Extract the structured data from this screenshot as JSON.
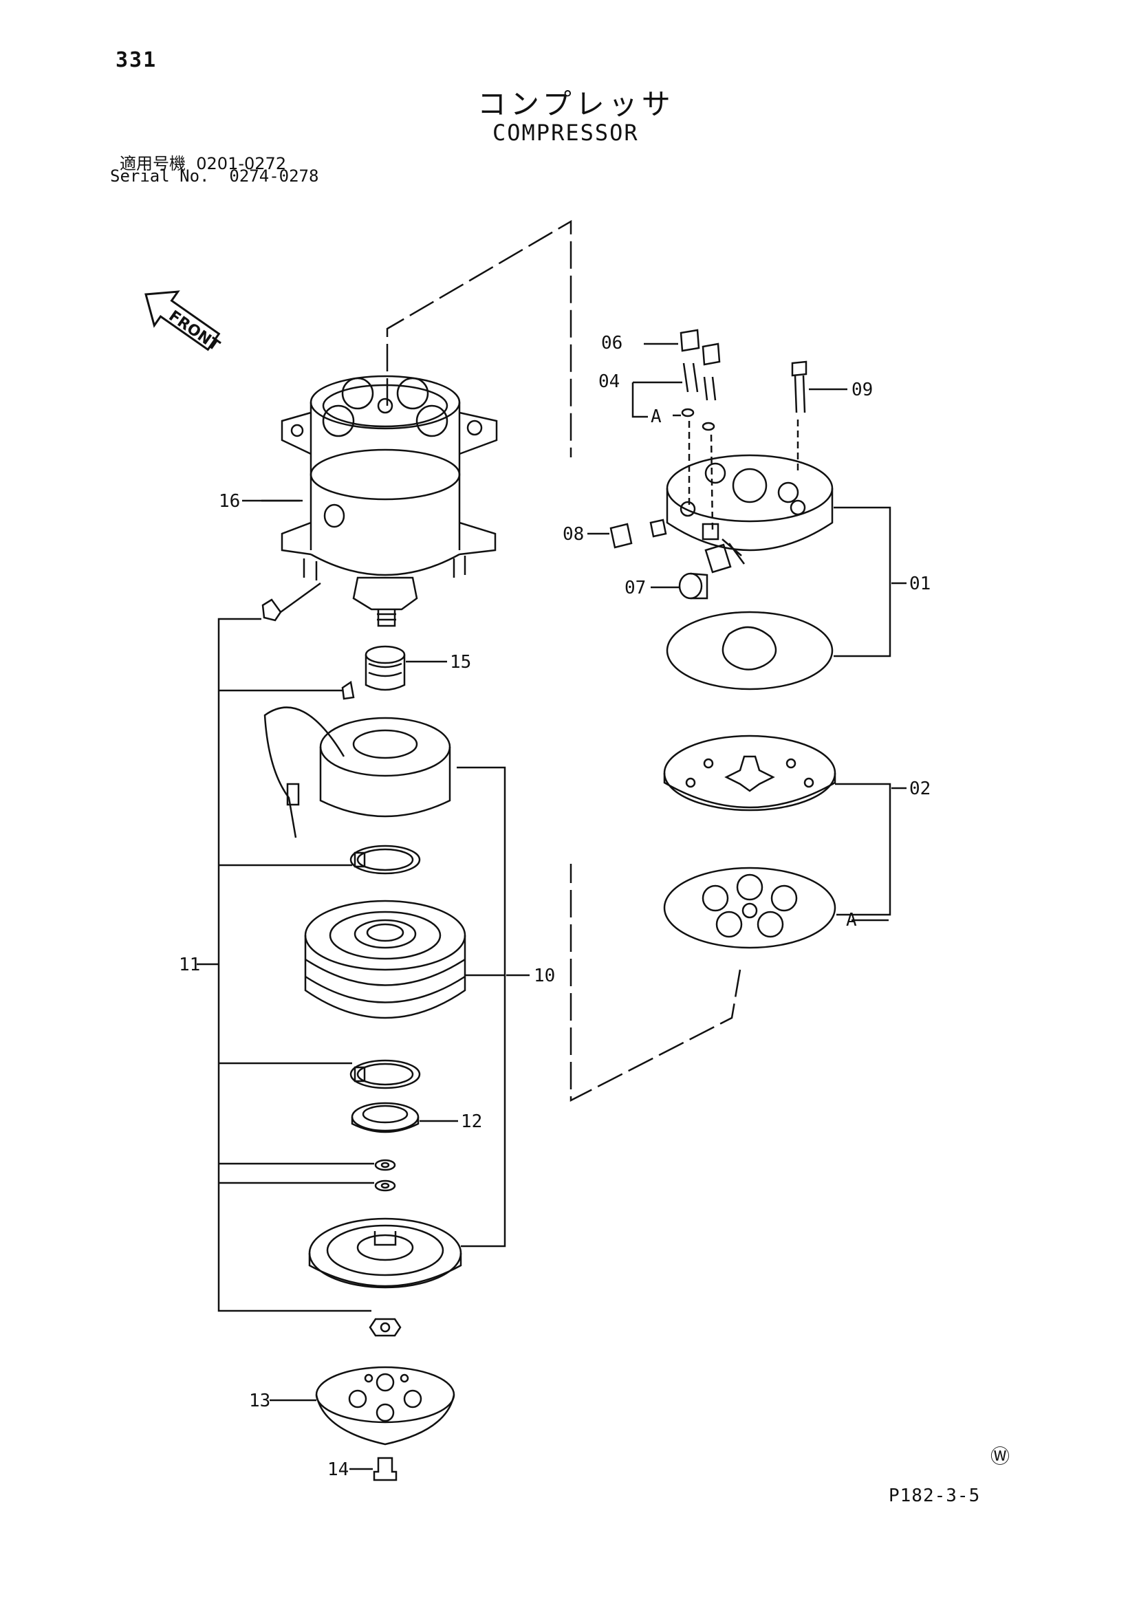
{
  "header": {
    "page_number": "331",
    "title_jp": "コンプレッサ",
    "title_en": "COMPRESSOR",
    "serial_jp_label": "適用号機",
    "serial_jp_range": "0201-0272",
    "serial_en_label": "Serial No.",
    "serial_en_range": "0274-0278"
  },
  "diagram": {
    "front_label": "FRONT",
    "ref_letter": "A",
    "callouts": [
      "01",
      "02",
      "04",
      "06",
      "07",
      "08",
      "09",
      "10",
      "11",
      "12",
      "13",
      "14",
      "15",
      "16"
    ]
  },
  "footer": {
    "ref_code": "P182-3-5",
    "mark": "Ⓦ"
  }
}
